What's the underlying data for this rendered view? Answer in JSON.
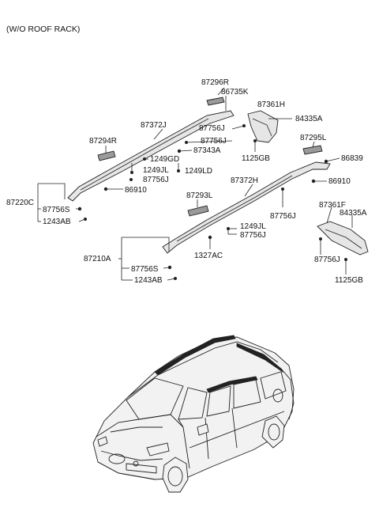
{
  "header": "(W/O ROOF RACK)",
  "labels": {
    "p87296R": "87296R",
    "p86735K": "86735K",
    "p87361H": "87361H",
    "p84335A_1": "84335A",
    "p87372J": "87372J",
    "p87756J_1": "87756J",
    "p87756J_2": "87756J",
    "p87343A": "87343A",
    "p1125GB_1": "1125GB",
    "p87294R": "87294R",
    "p1249GD": "1249GD",
    "p1249JL_1": "1249JL",
    "p1249LD": "1249LD",
    "p87756J_3": "87756J",
    "p87295L": "87295L",
    "p86839": "86839",
    "p86910_1": "86910",
    "p87220C": "87220C",
    "p87756S_1": "87756S",
    "p1243AB_1": "1243AB",
    "p86910_2": "86910",
    "p87372H": "87372H",
    "p87293L": "87293L",
    "p87756J_4": "87756J",
    "p1249JL_2": "1249JL",
    "p87756J_5": "87756J",
    "p87361F": "87361F",
    "p84335A_2": "84335A",
    "p1327AC": "1327AC",
    "p87210A": "87210A",
    "p87756S_2": "87756S",
    "p1243AB_2": "1243AB",
    "p87756J_6": "87756J",
    "p1125GB_2": "1125GB"
  }
}
